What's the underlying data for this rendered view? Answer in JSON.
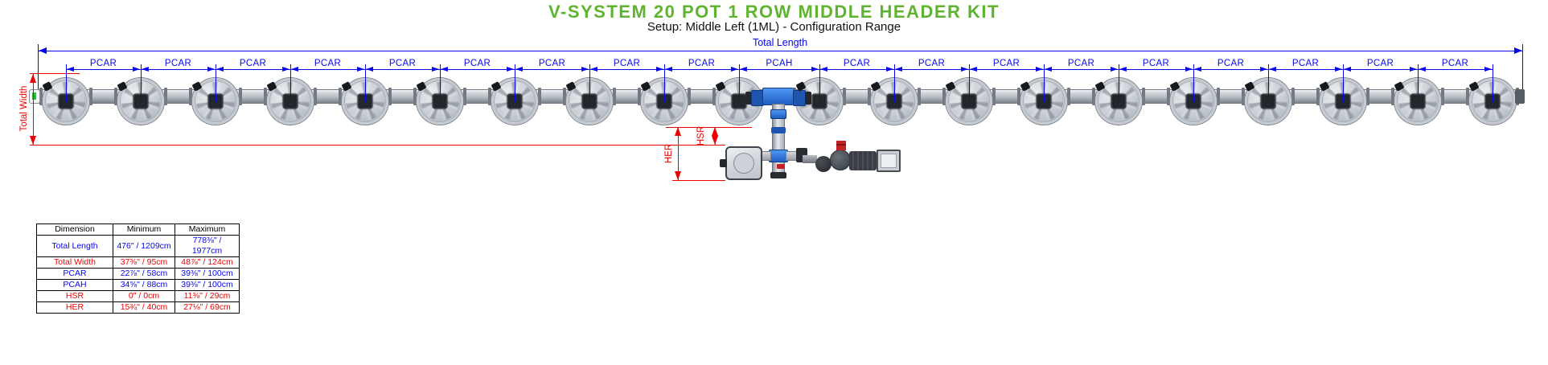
{
  "title": "V-SYSTEM 20 POT 1 ROW MIDDLE HEADER KIT",
  "subtitle": "Setup: Middle Left (1ML) - Configuration Range",
  "colors": {
    "accent_green": "#5fb42f",
    "dimension_blue": "#0606ee",
    "dimension_red": "#ee0000"
  },
  "diagram": {
    "pot_count": 20,
    "total_length_label": "Total Length",
    "total_width_label": "Total Width",
    "hsr_label": "HSR",
    "her_label": "HER",
    "segment_labels": [
      "PCAR",
      "PCAR",
      "PCAR",
      "PCAR",
      "PCAR",
      "PCAR",
      "PCAR",
      "PCAR",
      "PCAR",
      "PCAH",
      "PCAR",
      "PCAR",
      "PCAR",
      "PCAR",
      "PCAR",
      "PCAR",
      "PCAR",
      "PCAR",
      "PCAR"
    ]
  },
  "table": {
    "headers": [
      "Dimension",
      "Minimum",
      "Maximum"
    ],
    "rows": [
      {
        "label": "Total Length",
        "min": "476\" / 1209cm",
        "max": "778⅜\" / 1977cm",
        "color": "blue"
      },
      {
        "label": "Total Width",
        "min": "37⅜\" / 95cm",
        "max": "48⅞\" / 124cm",
        "color": "red"
      },
      {
        "label": "PCAR",
        "min": "22⅞\" / 58cm",
        "max": "39⅜\" / 100cm",
        "color": "blue"
      },
      {
        "label": "PCAH",
        "min": "34⅝\" / 88cm",
        "max": "39⅜\" / 100cm",
        "color": "blue"
      },
      {
        "label": "HSR",
        "min": "0\" / 0cm",
        "max": "11⅜\" / 29cm",
        "color": "red"
      },
      {
        "label": "HER",
        "min": "15¾\" / 40cm",
        "max": "27⅛\" / 69cm",
        "color": "red"
      }
    ]
  }
}
